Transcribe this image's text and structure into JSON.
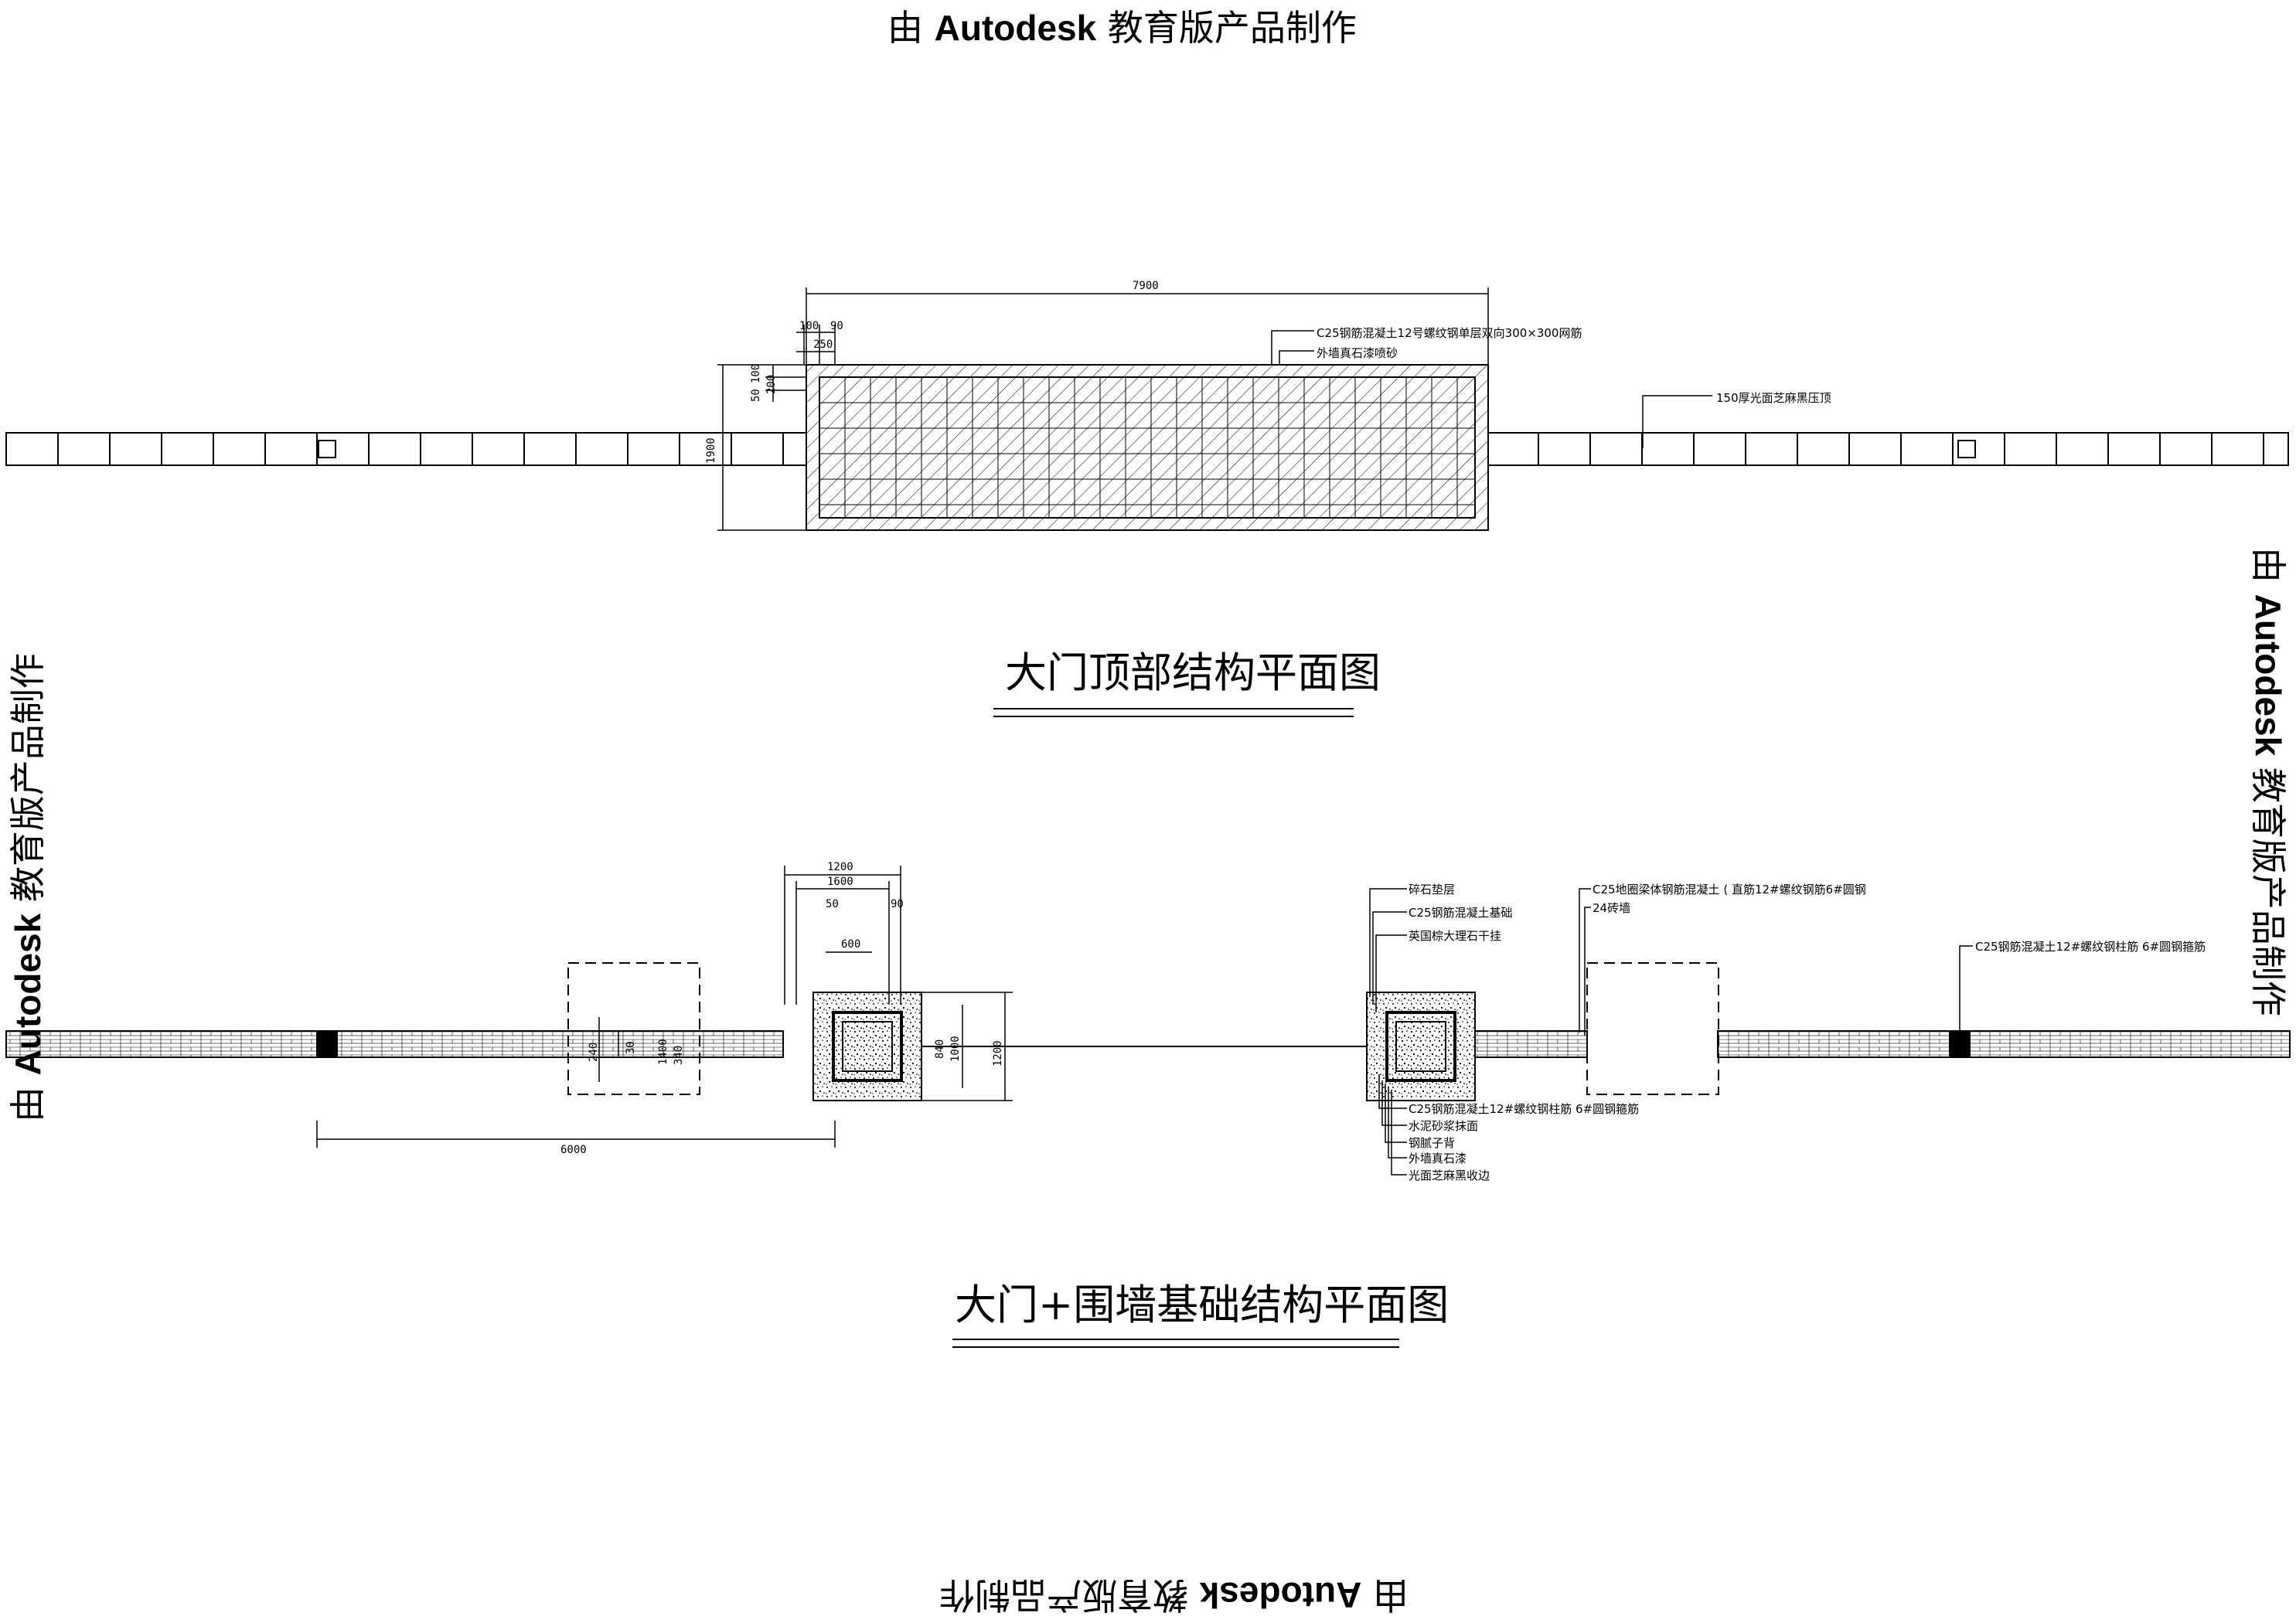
{
  "watermark": {
    "prefix": "由 ",
    "brand": "Autodesk",
    "suffix": " 教育版产品制作"
  },
  "top_plan": {
    "title": "大门顶部结构平面图",
    "notes": [
      "C25钢筋混凝土12号螺纹钢单层双向300×300网筋",
      "外墙真石漆喷砂",
      "150厚光面芝麻黑压顶"
    ],
    "dims": {
      "overall": "7900",
      "height": "1900",
      "d100": "100",
      "d90": "90",
      "d250": "250",
      "d50": "50",
      "d100b": "100",
      "d200": "200"
    }
  },
  "bottom_plan": {
    "title": "大门+围墙基础结构平面图",
    "notes_left": [
      "碎石垫层",
      "C25钢筋混凝土基础",
      "英国棕大理石干挂",
      "C25钢筋混凝土12#螺纹钢柱筋 6#圆钢箍筋",
      "水泥砂浆抹面",
      "钢腻子背",
      "外墙真石漆",
      "光面芝麻黑收边"
    ],
    "notes_right": [
      "C25地圈梁体钢筋混凝土 ( 直筋12#螺纹钢筋6#圆钢",
      "24砖墙",
      "C25钢筋混凝土12#螺纹钢柱筋 6#圆钢箍筋"
    ],
    "dims": {
      "d1200": "1200",
      "d1600": "1600",
      "d50": "50",
      "d90": "90",
      "d600": "600",
      "d6000": "6000",
      "d1400": "1400",
      "d340": "340",
      "d240": "240",
      "d30": "30",
      "d1000": "1000",
      "d1200v": "1200",
      "d840": "840"
    }
  }
}
